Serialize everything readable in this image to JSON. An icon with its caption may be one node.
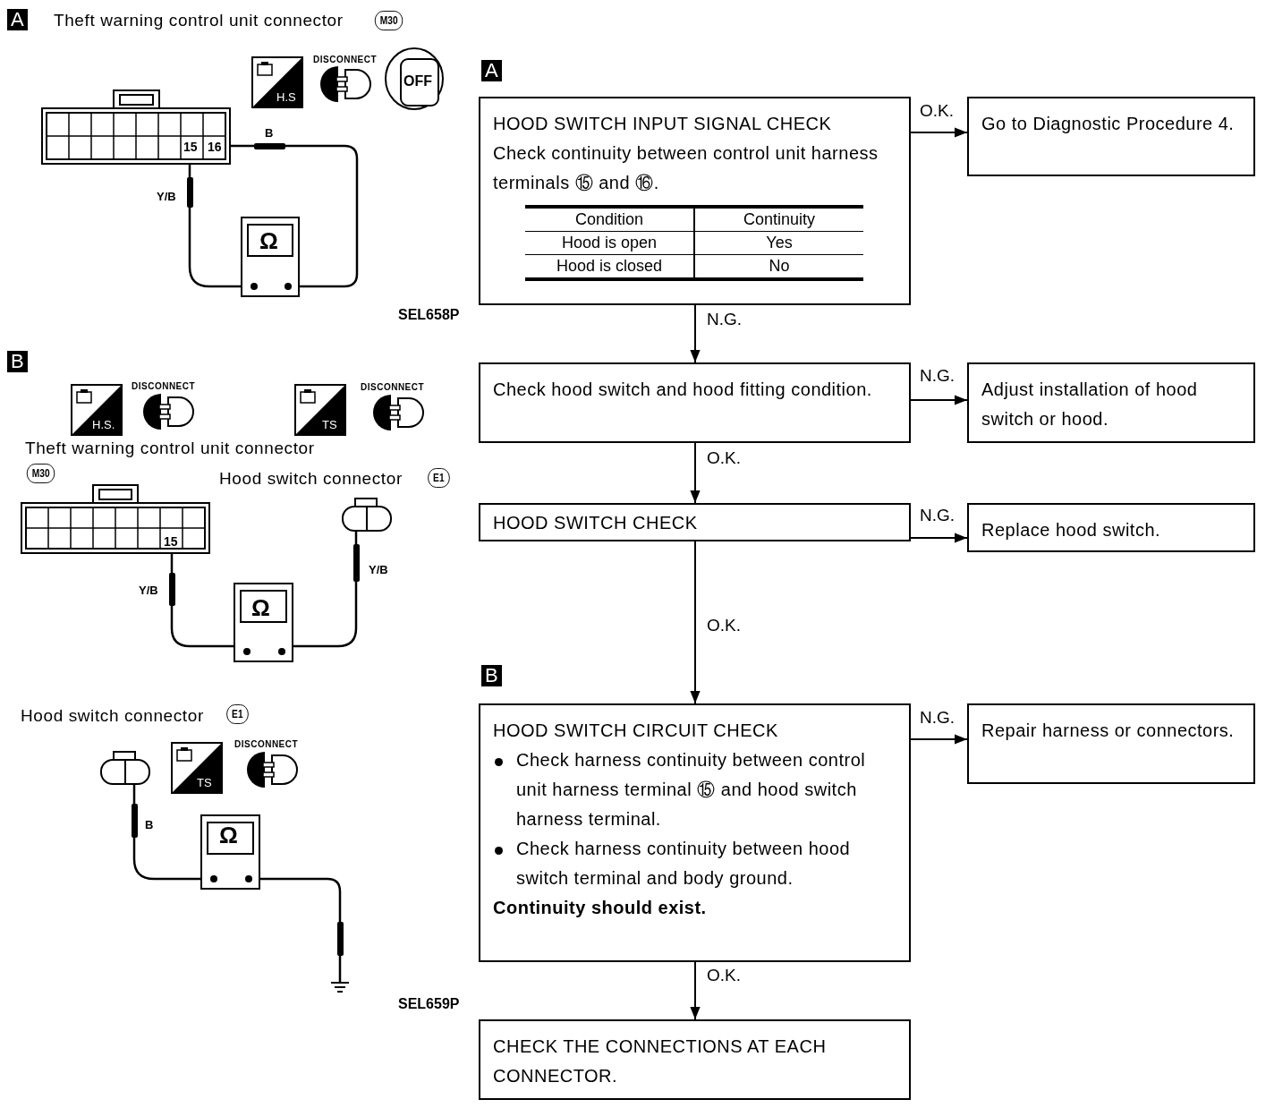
{
  "diagram": {
    "nodes": [
      {
        "text": [
          "HOOD SWITCH INPUT SIGNAL CHECK",
          "Check continuity between control unit harness terminals ⑮ and ⑯.",
          "Condition",
          "Continuity",
          "Hood is open",
          "Yes",
          "Hood is closed",
          "No"
        ]
      },
      {
        "text": [
          "Go to Diagnostic Procedure 4."
        ]
      },
      {
        "text": [
          "Check hood switch and hood fitting condition."
        ]
      },
      {
        "text": [
          "Adjust installation of hood switch or hood."
        ]
      },
      {
        "text": [
          "HOOD SWITCH CHECK"
        ]
      },
      {
        "text": [
          "Replace hood switch."
        ]
      },
      {
        "text": [
          "HOOD SWITCH CIRCUIT CHECK",
          "Check harness continuity between control unit harness terminal ⑮ and hood switch harness terminal.",
          "Check harness continuity between hood switch terminal and body ground.",
          "Continuity should exist."
        ]
      },
      {
        "text": [
          "Repair harness or connectors."
        ]
      },
      {
        "text": [
          "CHECK THE CONNECTIONS AT EACH CONNECTOR."
        ]
      }
    ],
    "edges": [
      {
        "from": 0,
        "to": 1,
        "arrow": "to",
        "label": "O.K."
      },
      {
        "from": 0,
        "to": 2,
        "arrow": "to",
        "label": "N.G."
      },
      {
        "from": 2,
        "to": 3,
        "arrow": "to",
        "label": "N.G."
      },
      {
        "from": 2,
        "to": 4,
        "arrow": "to",
        "label": "O.K."
      },
      {
        "from": 4,
        "to": 5,
        "arrow": "to",
        "label": "N.G."
      },
      {
        "from": 4,
        "to": 6,
        "arrow": "to",
        "label": "O.K."
      },
      {
        "from": 6,
        "to": 7,
        "arrow": "to",
        "label": "N.G."
      },
      {
        "from": 6,
        "to": 8,
        "arrow": "to",
        "label": "O.K."
      }
    ],
    "labels": [
      "A",
      "Theft warning control unit connector",
      "M30",
      "H.S",
      "DISCONNECT",
      "OFF",
      "15",
      "16",
      "B",
      "Y/B",
      "Ω",
      "SEL658P",
      "A",
      "B",
      "H.S.",
      "DISCONNECT",
      "TS",
      "DISCONNECT",
      "Theft warning control unit connector",
      "M30",
      "Hood switch connector",
      "E1",
      "15",
      "Y/B",
      "Y/B",
      "Ω",
      "Hood switch connector",
      "E1",
      "TS",
      "DISCONNECT",
      "B",
      "Ω",
      "SEL659P",
      "B"
    ]
  }
}
